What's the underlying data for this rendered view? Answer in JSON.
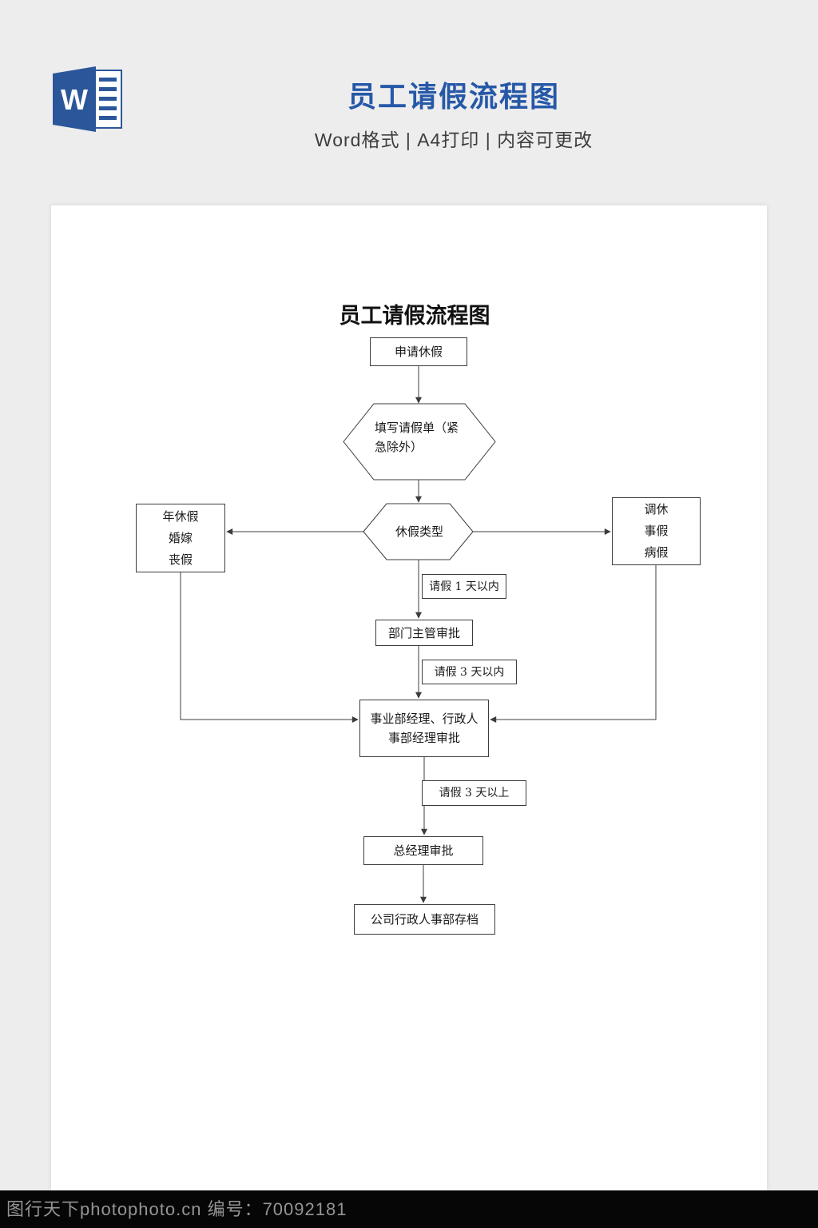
{
  "header": {
    "title": "员工请假流程图",
    "subtitle": "Word格式 | A4打印 | 内容可更改",
    "icon_letter": "W"
  },
  "flowchart": {
    "title": "员工请假流程图",
    "apply": "申请休假",
    "fill_form": "填写请假单（紧急除外）",
    "leave_type": "休假类型",
    "annual_branch": "年休假\n婚嫁\n丧假",
    "adjust_branch": "调休\n事假\n病假",
    "within_1_day": "请假 1 天以内",
    "dept_approval": "部门主管审批",
    "within_3_days": "请假 3 天以内",
    "bu_hr_approval": "事业部经理、行政人事部经理审批",
    "over_3_days": "请假 3 天以上",
    "gm_approval": "总经理审批",
    "archive": "公司行政人事部存档"
  },
  "footer": {
    "watermark": "图行天下photophoto.cn 编号：70092181"
  },
  "colors": {
    "accent_blue": "#2658a8",
    "word_blue": "#2b579a",
    "line_color": "#3c3c3c"
  }
}
